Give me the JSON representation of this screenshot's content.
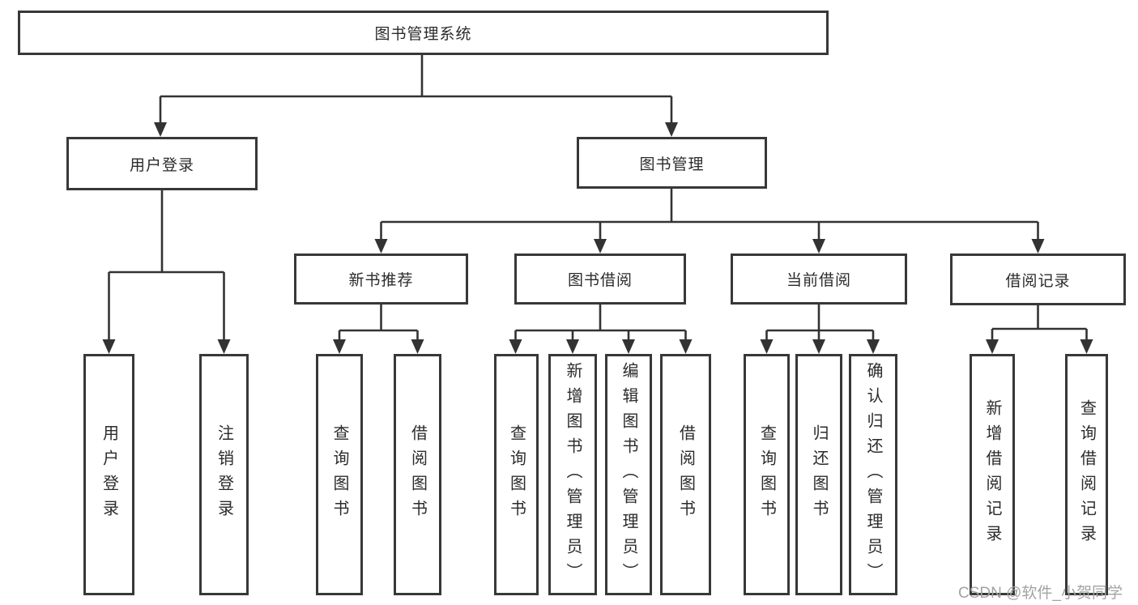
{
  "watermark": "CSDN @软件_小贺同学",
  "colors": {
    "line": "#333333",
    "text": "#2b2b2b",
    "watermark": "#a3a3a3"
  },
  "tree": {
    "label": "图书管理系统",
    "children": [
      {
        "label": "用户登录",
        "children": [
          {
            "label": "用户登录"
          },
          {
            "label": "注销登录"
          }
        ]
      },
      {
        "label": "图书管理",
        "children": [
          {
            "label": "新书推荐",
            "children": [
              {
                "label": "查询图书"
              },
              {
                "label": "借阅图书"
              }
            ]
          },
          {
            "label": "图书借阅",
            "children": [
              {
                "label": "查询图书"
              },
              {
                "label": "新增图书（管理员）"
              },
              {
                "label": "编辑图书（管理员）"
              },
              {
                "label": "借阅图书"
              }
            ]
          },
          {
            "label": "当前借阅",
            "children": [
              {
                "label": "查询图书"
              },
              {
                "label": "归还图书"
              },
              {
                "label": "确认归还（管理员）"
              }
            ]
          },
          {
            "label": "借阅记录",
            "children": [
              {
                "label": "新增借阅记录"
              },
              {
                "label": "查询借阅记录"
              }
            ]
          }
        ]
      }
    ]
  }
}
